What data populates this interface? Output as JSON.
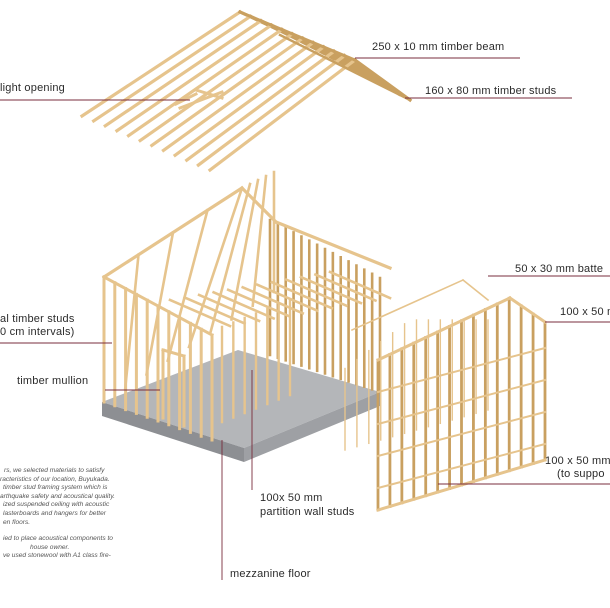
{
  "labels": {
    "skylight_opening": "light opening",
    "timber_beam": "250 x 10 mm timber beam",
    "timber_studs": "160 x 80 mm timber studs",
    "battens": "50 x 30 mm batte",
    "studs_100x50_a": "100 x 50 m",
    "vertical_studs_line1": "al timber studs",
    "vertical_studs_line2": "0 cm intervals)",
    "timber_mullion": "timber mullion",
    "support_line1": "100 x 50 mm",
    "support_line2": "(to suppo",
    "partition_line1": "100x 50 mm",
    "partition_line2": "partition wall studs",
    "mezzanine_floor": "mezzanine floor"
  },
  "paragraph": {
    "line1": "rs, we selected materials to satisfy",
    "line2": "racteristics of our location, Buyukada.",
    "line3": "timber stud framing system which is",
    "line4": "arthquake safety and acoustical quality.",
    "line5": "ized suspended ceiling with acoustic",
    "line6": "lasterboards and hangers for better",
    "line7": "en floors.",
    "line8": "ied to place acoustical components to",
    "line9": "house owner.",
    "line10": "ve used stonewool with A1 class fire-"
  },
  "colors": {
    "timber": "#e6c48d",
    "timber_dark": "#c9a060",
    "slab_top": "#b4b6b9",
    "slab_side": "#8d8f93",
    "leader": "#7a2d3c",
    "text": "#2b2b2b"
  }
}
